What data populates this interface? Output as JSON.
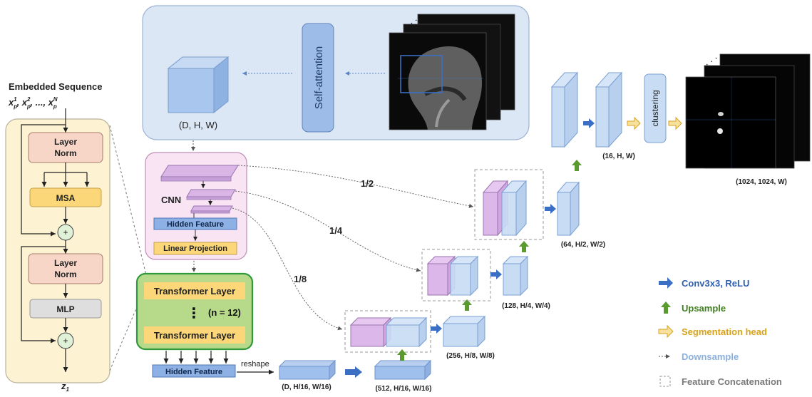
{
  "encoder": {
    "title": "Embedded Sequence",
    "formula": "x_p^1, x_p^2, ..., x_p^N",
    "layer_norm_1": "Layer Norm",
    "msa": "MSA",
    "layer_norm_2": "Layer Norm",
    "mlp": "MLP",
    "plus": "+",
    "output": "z_1"
  },
  "top_panel": {
    "volume_label": "(D, H, W)",
    "self_attention": "Self-attention"
  },
  "cnn": {
    "label": "CNN",
    "hidden_feature": "Hidden Feature",
    "linear_projection": "Linear Projection"
  },
  "transformer": {
    "layer_top": "Transformer Layer",
    "repeat": "(n = 12)",
    "layer_bottom": "Transformer Layer"
  },
  "bottom": {
    "hidden_feature": "Hidden Feature",
    "reshape": "reshape",
    "feat1": "(D, H/16, W/16)",
    "feat2": "(512, H/16, W/16)"
  },
  "decoder": {
    "ratio_half": "1/2",
    "ratio_quarter": "1/4",
    "ratio_eighth": "1/8",
    "feat_256": "(256, H/8, W/8)",
    "feat_128": "(128, H/4, W/4)",
    "feat_64": "(64, H/2, W/2)",
    "feat_16": "(16, H, W)",
    "clustering": "clustering",
    "output": "(1024, 1024, W)"
  },
  "legend": {
    "conv": "Conv3x3, ReLU",
    "upsample": "Upsample",
    "seghead": "Segmentation head",
    "downsample": "Downsample",
    "concat": "Feature Concatenation"
  },
  "colors": {
    "blue_arrow": "#3a6fc4",
    "green_arrow": "#5a9a2e",
    "yellow_arrow": "#f2c85a",
    "conv_text": "#2f5fb0",
    "upsample_text": "#3f7f1e",
    "seghead_text": "#d8a21a",
    "downsample_text": "#8ab0e0",
    "concat_text": "#7a7a7a"
  }
}
